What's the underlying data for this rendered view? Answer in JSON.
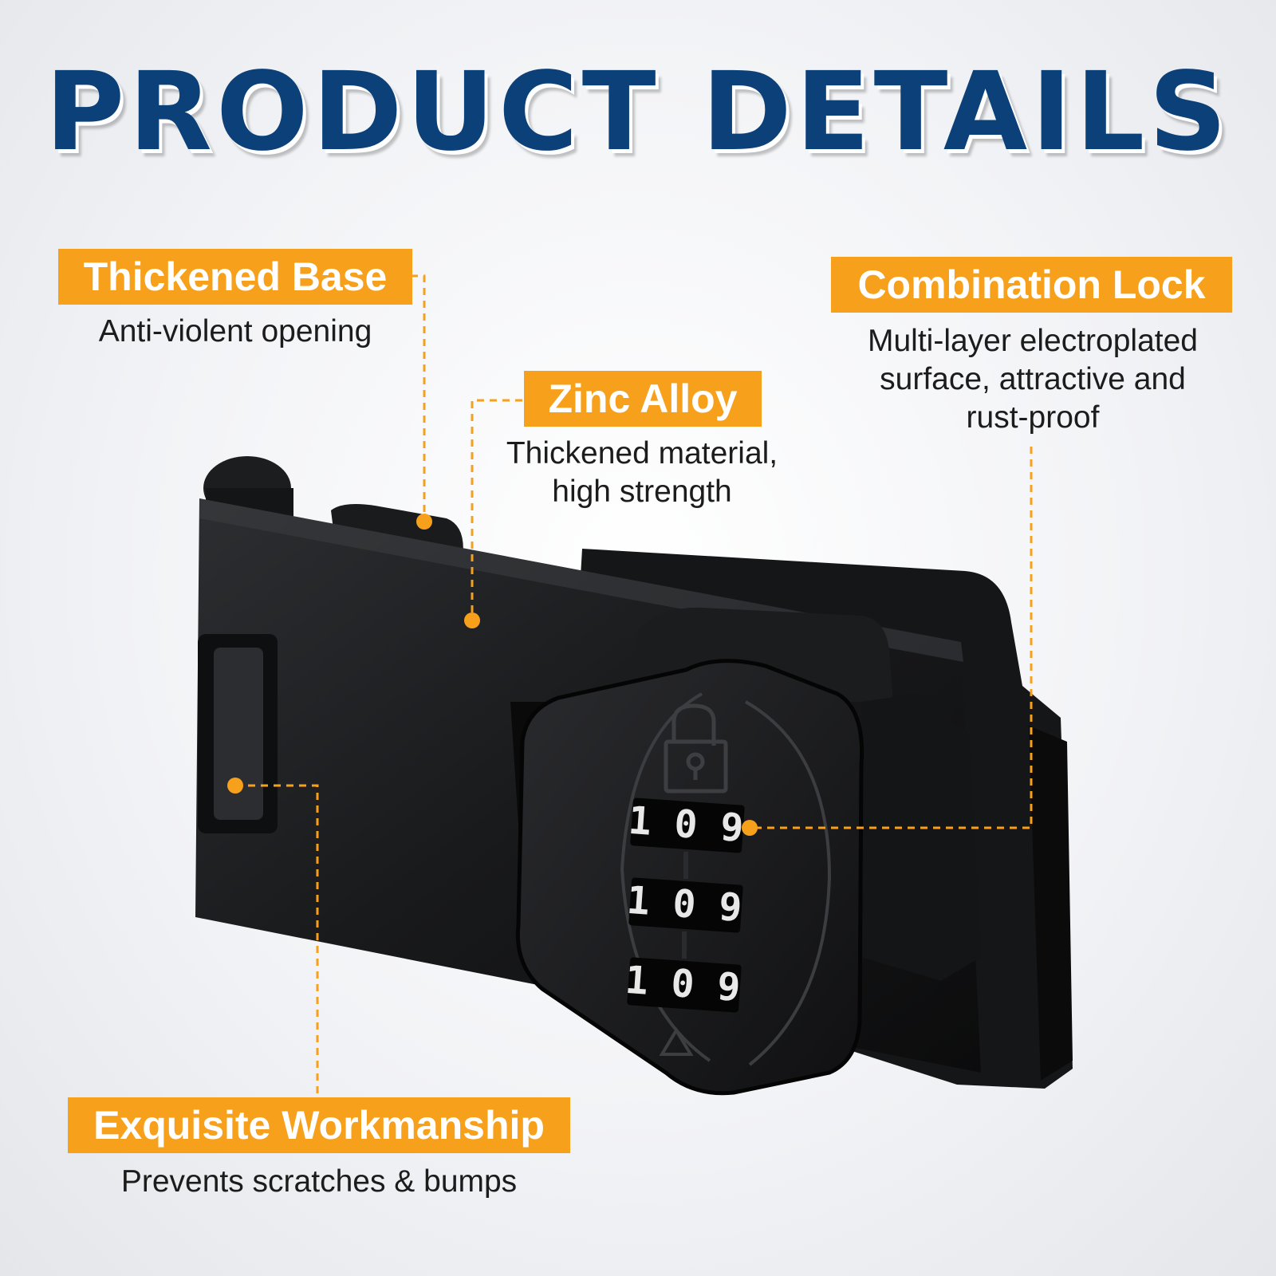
{
  "header": {
    "title": "PRODUCT DETAILS"
  },
  "callouts": [
    {
      "label": "Thickened Base",
      "description": "Anti-violent opening"
    },
    {
      "label": "Zinc Alloy",
      "description": "Thickened material, high strength"
    },
    {
      "label": "Combination Lock",
      "description": "Multi-layer electroplated surface, attractive and rust-proof"
    },
    {
      "label": "Exquisite Workmanship",
      "description": "Prevents scratches & bumps"
    }
  ],
  "lock": {
    "dials": [
      "1 0 9",
      "1 0 9",
      "1 0 9"
    ]
  },
  "colors": {
    "title": "#0b4079",
    "accent": "#f7a01b",
    "product": "#111214"
  },
  "icons": [
    "padlock-icon",
    "triangle-arrow-icon"
  ]
}
